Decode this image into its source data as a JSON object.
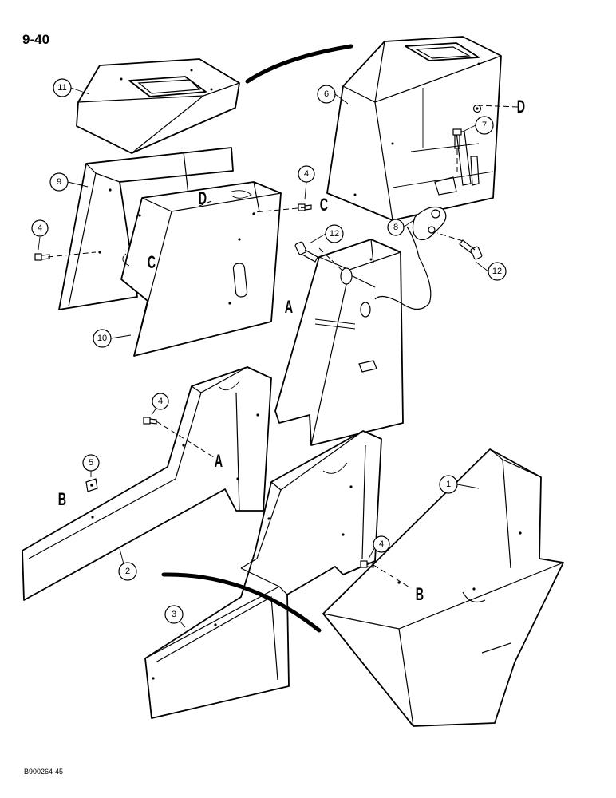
{
  "page_number": "9-40",
  "document_code": "B900264-45",
  "callouts": [
    "1",
    "2",
    "3",
    "4",
    "5",
    "6",
    "7",
    "8",
    "9",
    "10",
    "11",
    "12"
  ],
  "reference_letters": {
    "a": "A",
    "b": "B",
    "c": "C",
    "d": "D"
  }
}
